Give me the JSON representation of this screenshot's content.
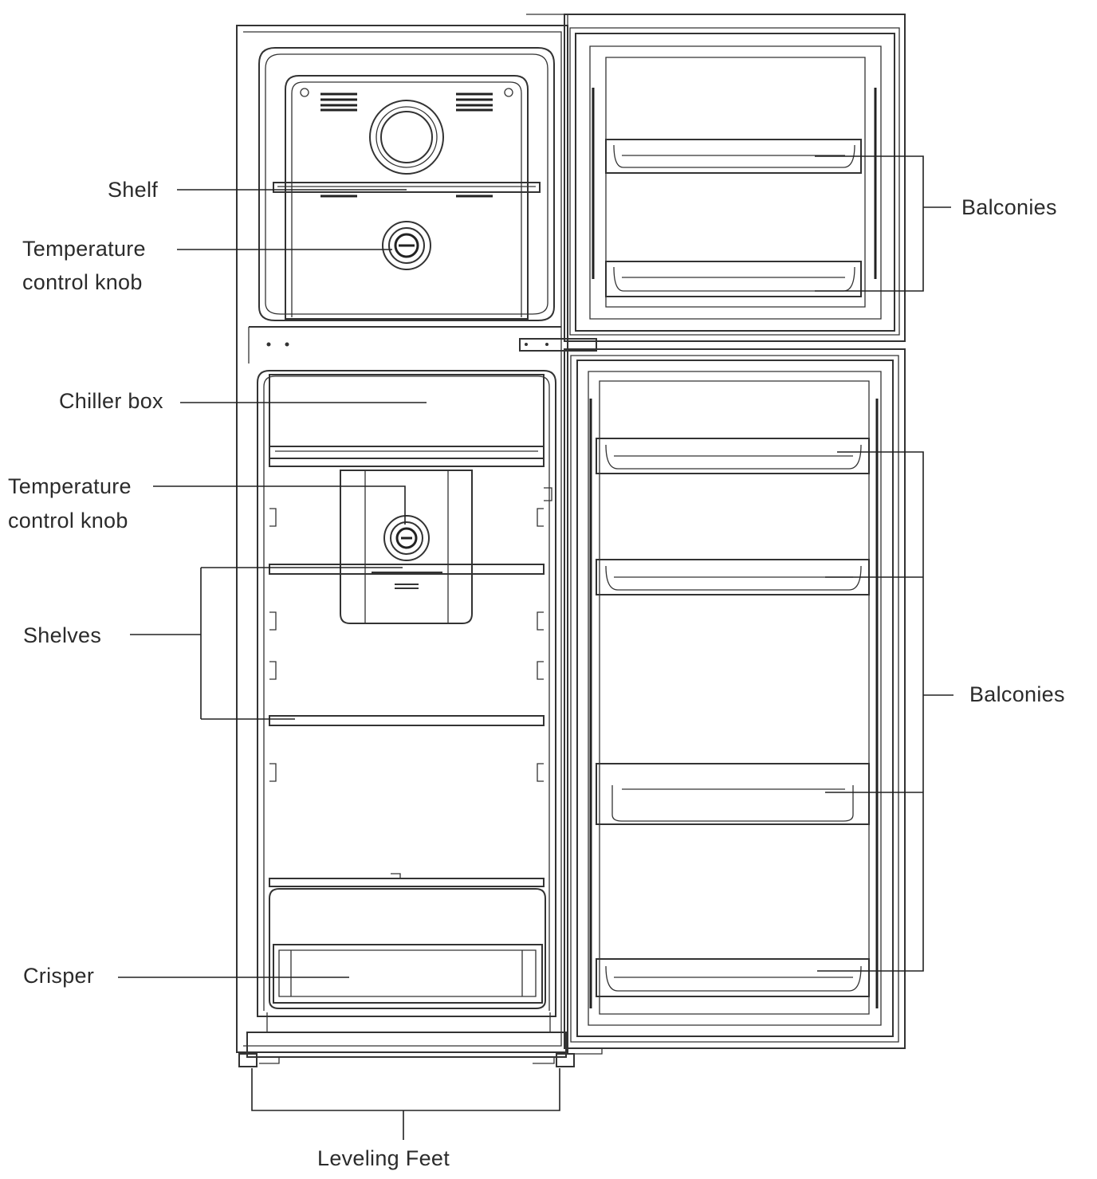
{
  "labels": {
    "shelf": "Shelf",
    "freezer_knob_line1": "Temperature",
    "freezer_knob_line2": "control knob",
    "chiller_box": "Chiller box",
    "fridge_knob_line1": "Temperature",
    "fridge_knob_line2": "control knob",
    "shelves": "Shelves",
    "crisper": "Crisper",
    "leveling_feet": "Leveling Feet",
    "balconies_top": "Balconies",
    "balconies_bottom": "Balconies"
  },
  "colors": {
    "line": "#333333",
    "text": "#2b2b2b",
    "background": "#ffffff"
  }
}
